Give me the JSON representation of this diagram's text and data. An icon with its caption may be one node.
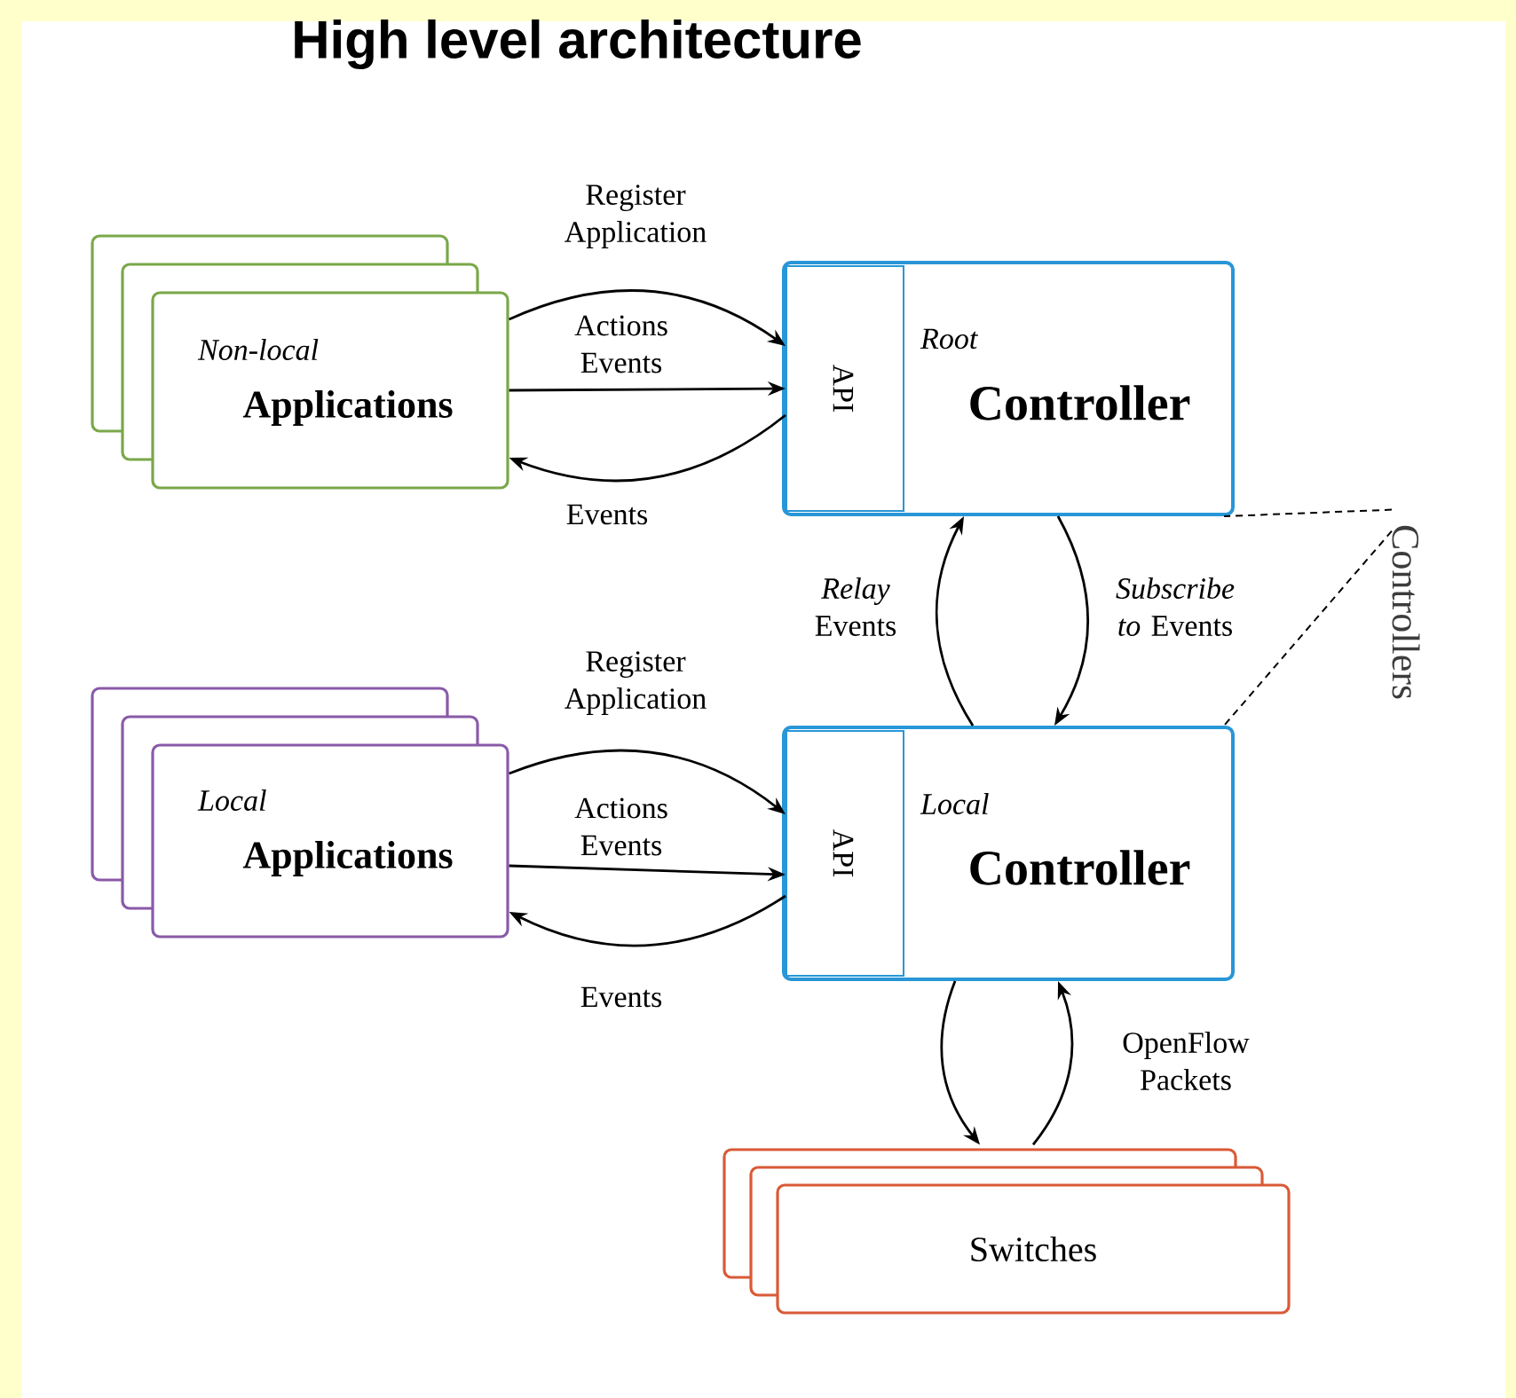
{
  "diagram": {
    "title": "High level architecture",
    "nodes": [
      {
        "text": [
          "Non-local",
          "Applications"
        ]
      },
      {
        "text": [
          "Root",
          "Controller"
        ]
      },
      {
        "text": [
          "API"
        ],
        "in": 1
      },
      {
        "text": [
          "Local",
          "Applications"
        ]
      },
      {
        "text": [
          "Local",
          "Controller"
        ]
      },
      {
        "text": [
          "API"
        ],
        "in": 4
      },
      {
        "text": [
          "Switches"
        ]
      },
      {
        "text": [
          "Controllers"
        ]
      }
    ],
    "edges": [
      {
        "from": 0,
        "to": 2,
        "arrow": "to",
        "label": "Register Application"
      },
      {
        "from": 0,
        "to": 2,
        "arrow": "to",
        "label": "Actions Events"
      },
      {
        "from": 2,
        "to": 0,
        "arrow": "to",
        "label": "Events"
      },
      {
        "from": 3,
        "to": 5,
        "arrow": "to",
        "label": "Register Application"
      },
      {
        "from": 3,
        "to": 5,
        "arrow": "to",
        "label": "Actions Events"
      },
      {
        "from": 5,
        "to": 3,
        "arrow": "to",
        "label": "Events"
      },
      {
        "from": 4,
        "to": 1,
        "arrow": "to",
        "label": "*Relay* Events"
      },
      {
        "from": 1,
        "to": 4,
        "arrow": "to",
        "label": "*Subscribe to* Events"
      },
      {
        "from": 4,
        "to": 6,
        "arrow": "to"
      },
      {
        "from": 6,
        "to": 4,
        "arrow": "to",
        "label": "OpenFlow Packets"
      },
      {
        "from": 7,
        "to": 1,
        "arrow": "none",
        "style": "dashed"
      },
      {
        "from": 7,
        "to": 4,
        "arrow": "none",
        "style": "dashed"
      }
    ]
  }
}
